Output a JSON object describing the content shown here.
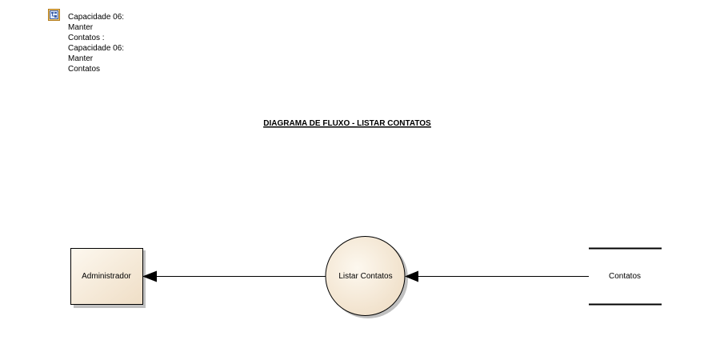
{
  "note": {
    "text": "Capacidade 06:\nManter\nContatos :\nCapacidade 06:\nManter\nContatos",
    "icon": "diagram-icon"
  },
  "diagram": {
    "title": "DIAGRAMA DE FLUXO - LISTAR CONTATOS",
    "entity": {
      "label": "Administrador"
    },
    "process": {
      "label": "Listar Contatos"
    },
    "datastore": {
      "label": "Contatos"
    },
    "colors": {
      "fill_light": "#fdf8ef",
      "fill_dark": "#efdec6",
      "stroke": "#000000"
    }
  }
}
